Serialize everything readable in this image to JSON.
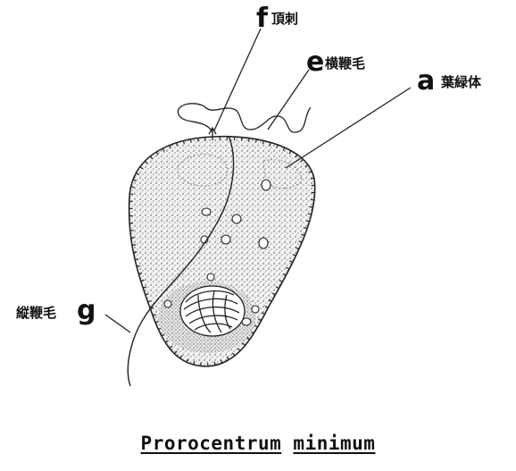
{
  "labels": {
    "f": {
      "letter": "f",
      "text": "頂刺"
    },
    "e": {
      "letter": "e",
      "text": "横鞭毛"
    },
    "a": {
      "letter": "a",
      "text": "葉緑体"
    },
    "g": {
      "letter": "g",
      "text": "縦鞭毛"
    }
  },
  "caption": {
    "genus": "Prorocentrum",
    "species": "minimum"
  }
}
